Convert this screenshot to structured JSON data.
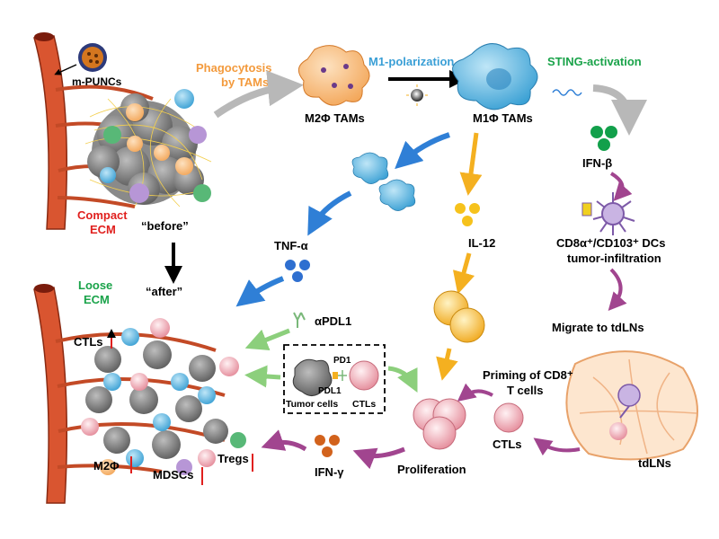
{
  "colors": {
    "orange_label": "#f39a3c",
    "blue_label": "#3a9fd6",
    "green_label": "#1aa34a",
    "red_label": "#e0201e",
    "vessel": "#d95530",
    "m2_cell": "#f7b773",
    "m1_cell": "#56b6e0",
    "ifn_dot": "#12a04b",
    "tnf_dot": "#2e6fd0",
    "il12_dot": "#f6c21c",
    "ifng_dot": "#d2621c",
    "ctl_pink": "#f2a7b3",
    "arrow_gray": "#b8b8b8",
    "arrow_blue": "#2f7fd6",
    "arrow_orange": "#f4b020",
    "arrow_purple": "#a1458f",
    "arrow_green": "#8ccf7c"
  },
  "top_left": {
    "nanoparticle_label": "m-PUNCs",
    "ecm_line1": "Compact",
    "ecm_line2": "ECM",
    "state_label": "“before”"
  },
  "top_flow": {
    "phago_line1": "Phagocytosis",
    "phago_line2": "by TAMs",
    "m2_label": "M2Φ TAMs",
    "m1_polarization": "M1-polarization",
    "m1_label": "M1Φ TAMs",
    "sting": "STING-activation"
  },
  "right_flow": {
    "ifn_beta": "IFN-β",
    "dc_line1": "CD8α⁺/CD103⁺ DCs",
    "dc_line2": "tumor-infiltration",
    "migrate": "Migrate to tdLNs",
    "priming_line1": "Priming of CD8⁺",
    "priming_line2": "T cells",
    "tdlns": "tdLNs"
  },
  "center": {
    "tnf": "TNF-α",
    "il12": "IL-12",
    "apdl1": "αPDL1",
    "pd1": "PD1",
    "pdl1": "PDL1",
    "tumor_cells": "Tumor cells",
    "ctls_box": "CTLs",
    "proliferation": "Proliferation",
    "ctls_right": "CTLs",
    "ifn_gamma": "IFN-γ"
  },
  "bottom_left": {
    "ecm_line1": "Loose",
    "ecm_line2": "ECM",
    "state_label": "“after”",
    "ctls": "CTLs",
    "m2": "M2Φ",
    "mdscs": "MDSCs",
    "tregs": "Tregs"
  }
}
